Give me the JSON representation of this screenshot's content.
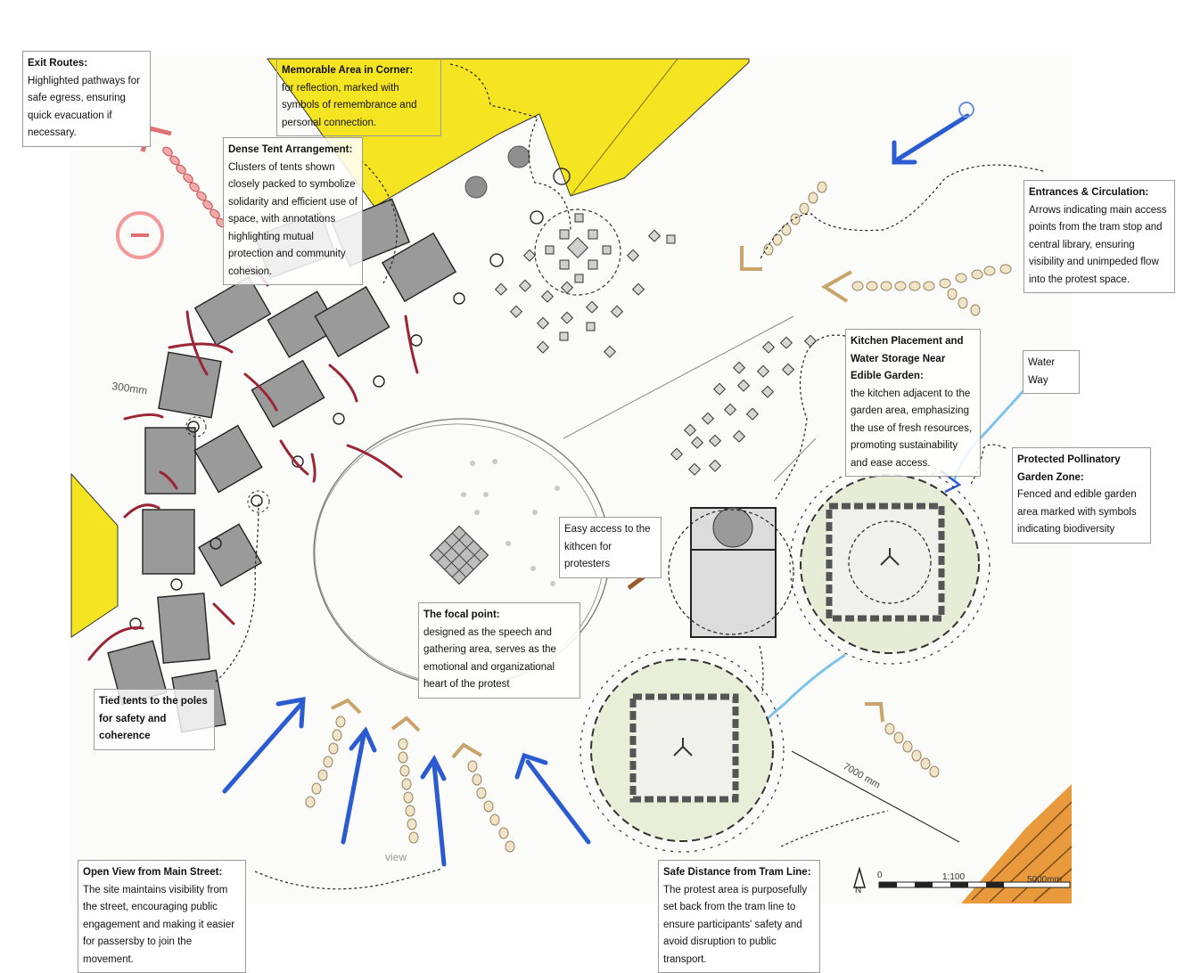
{
  "annotations": {
    "exit_routes": {
      "title": "Exit Routes:",
      "body": "Highlighted pathways for safe egress, ensuring quick evacuation if necessary."
    },
    "memorable_area": {
      "title": "Memorable Area in Corner:",
      "body": "for reflection, marked with symbols of remembrance and personal connection."
    },
    "dense_tent": {
      "title": "Dense Tent Arrangement:",
      "body": "Clusters of tents shown closely packed to symbolize solidarity and efficient use of space, with annotations highlighting mutual protection and community cohesion."
    },
    "entrances": {
      "title": "Entrances & Circulation:",
      "body": "Arrows indicating main access points from the tram stop and central library, ensuring visibility and unimpeded flow into the protest space."
    },
    "kitchen": {
      "title": "Kitchen Placement and Water Storage Near Edible Garden:",
      "body": "the kitchen adjacent to the garden area, emphasizing the use of fresh resources, promoting sustainability and ease access."
    },
    "water_way": {
      "title": "",
      "body": "Water Way"
    },
    "pollinatory": {
      "title": "Protected Pollinatory Garden Zone:",
      "body": "Fenced and edible garden area marked with symbols indicating biodiversity"
    },
    "easy_access": {
      "title": "",
      "body": "Easy access to the kithcen for protesters"
    },
    "focal_point": {
      "title": "The focal point:",
      "body": "designed as the speech and gathering area, serves as the emotional and organizational heart of the protest"
    },
    "tied_tents": {
      "title": "Tied tents to the poles for safety and coherence",
      "body": ""
    },
    "open_view": {
      "title": "Open View from Main Street:",
      "body": "The site maintains visibility from the street, encouraging public engagement and making it easier for passersby to join the movement."
    },
    "tram_distance": {
      "title": "Safe Distance from Tram Line:",
      "body": "The protest area is purposefully set back from the tram line to ensure participants' safety and avoid disruption to public transport."
    }
  },
  "sketch_labels": {
    "dim_300": "300mm",
    "dim_7000": "7000 mm",
    "view": "view",
    "north": "N",
    "scale_zero": "0",
    "scale_ratio": "1:100",
    "scale_end": "5000mm"
  },
  "colors": {
    "yellow_zone": "#f5e421",
    "tent_fill": "#9a9a9a",
    "exit_red": "#e07070",
    "entry_blue": "#2a5bd0",
    "dot_path": "#c9b48c",
    "tie_red": "#9b2535",
    "water_blue": "#7fc3ea",
    "orange_zone": "#e89a3c",
    "kitchen_arrow": "#9a5a2a"
  }
}
